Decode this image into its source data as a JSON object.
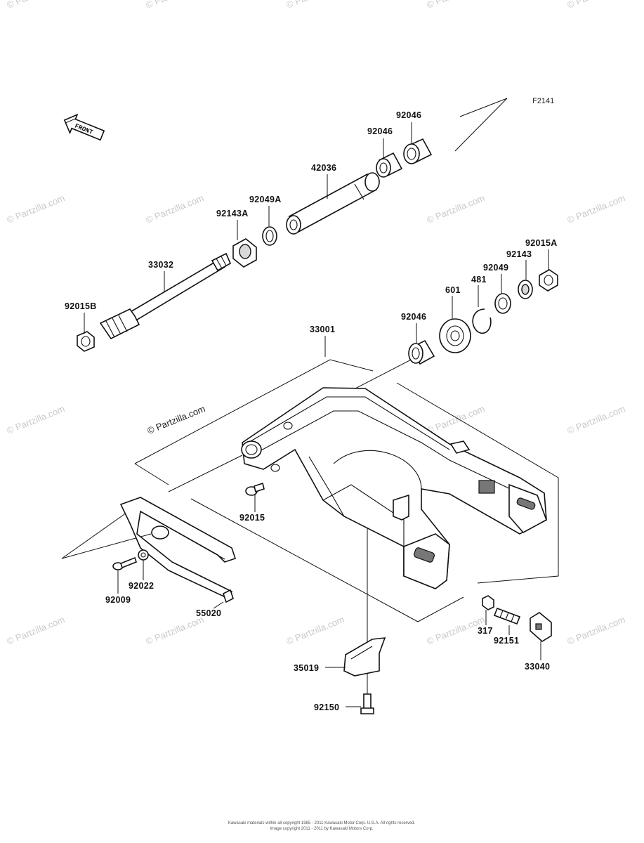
{
  "diagram_code": "F2141",
  "watermark": "© Partzilla.com",
  "center_watermark": "© Partzilla.com",
  "front_indicator": "FRONT",
  "footer": {
    "line1": "Kawasaki materials within all copyright 1985 - 2011 Kawasaki Motor Corp. U.S.A. All rights reserved.",
    "line2": "Image copyright 2011 - 2011 by Kawasaki Motors Corp."
  },
  "parts": {
    "p92046_top": "92046",
    "p92046_mid": "92046",
    "p42036": "42036",
    "p92049A": "92049A",
    "p92143A": "92143A",
    "p33032": "33032",
    "p92015B": "92015B",
    "p92015A": "92015A",
    "p92143": "92143",
    "p92049": "92049",
    "p481": "481",
    "p601": "601",
    "p92046_low": "92046",
    "p33001": "33001",
    "p92015": "92015",
    "p92022": "92022",
    "p92009": "92009",
    "p55020": "55020",
    "p317": "317",
    "p92151": "92151",
    "p33040": "33040",
    "p35019": "35019",
    "p92150": "92150"
  }
}
